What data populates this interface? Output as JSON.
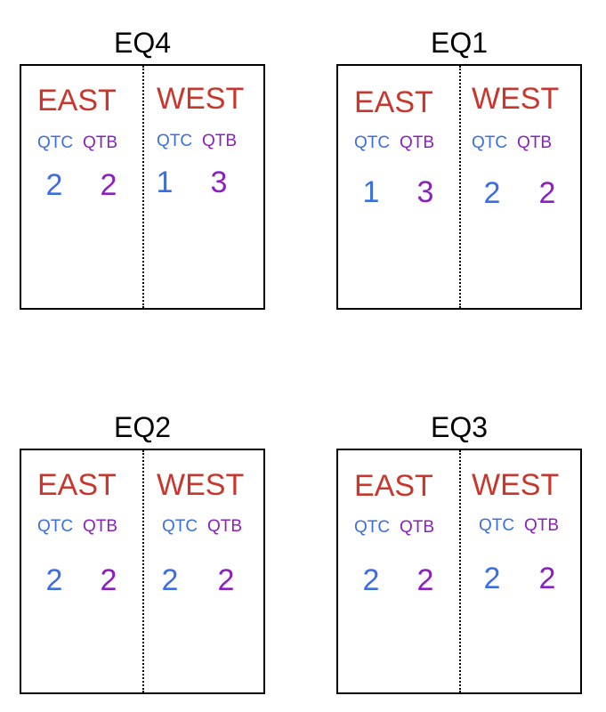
{
  "colors": {
    "side_label": "#c8372d",
    "qtc": "#3b6fe0",
    "qtb": "#8b1fbf",
    "border": "#000000"
  },
  "panels": [
    {
      "id": "eq4",
      "title": "EQ4",
      "east": {
        "label": "EAST",
        "qtc_label": "QTC",
        "qtb_label": "QTB",
        "qtc": "2",
        "qtb": "2"
      },
      "west": {
        "label": "WEST",
        "qtc_label": "QTC",
        "qtb_label": "QTB",
        "qtc": "1",
        "qtb": "3"
      }
    },
    {
      "id": "eq1",
      "title": "EQ1",
      "east": {
        "label": "EAST",
        "qtc_label": "QTC",
        "qtb_label": "QTB",
        "qtc": "1",
        "qtb": "3"
      },
      "west": {
        "label": "WEST",
        "qtc_label": "QTC",
        "qtb_label": "QTB",
        "qtc": "2",
        "qtb": "2"
      }
    },
    {
      "id": "eq2",
      "title": "EQ2",
      "east": {
        "label": "EAST",
        "qtc_label": "QTC",
        "qtb_label": "QTB",
        "qtc": "2",
        "qtb": "2"
      },
      "west": {
        "label": "WEST",
        "qtc_label": "QTC",
        "qtb_label": "QTB",
        "qtc": "2",
        "qtb": "2"
      }
    },
    {
      "id": "eq3",
      "title": "EQ3",
      "east": {
        "label": "EAST",
        "qtc_label": "QTC",
        "qtb_label": "QTB",
        "qtc": "2",
        "qtb": "2"
      },
      "west": {
        "label": "WEST",
        "qtc_label": "QTC",
        "qtb_label": "QTB",
        "qtc": "2",
        "qtb": "2"
      }
    }
  ]
}
